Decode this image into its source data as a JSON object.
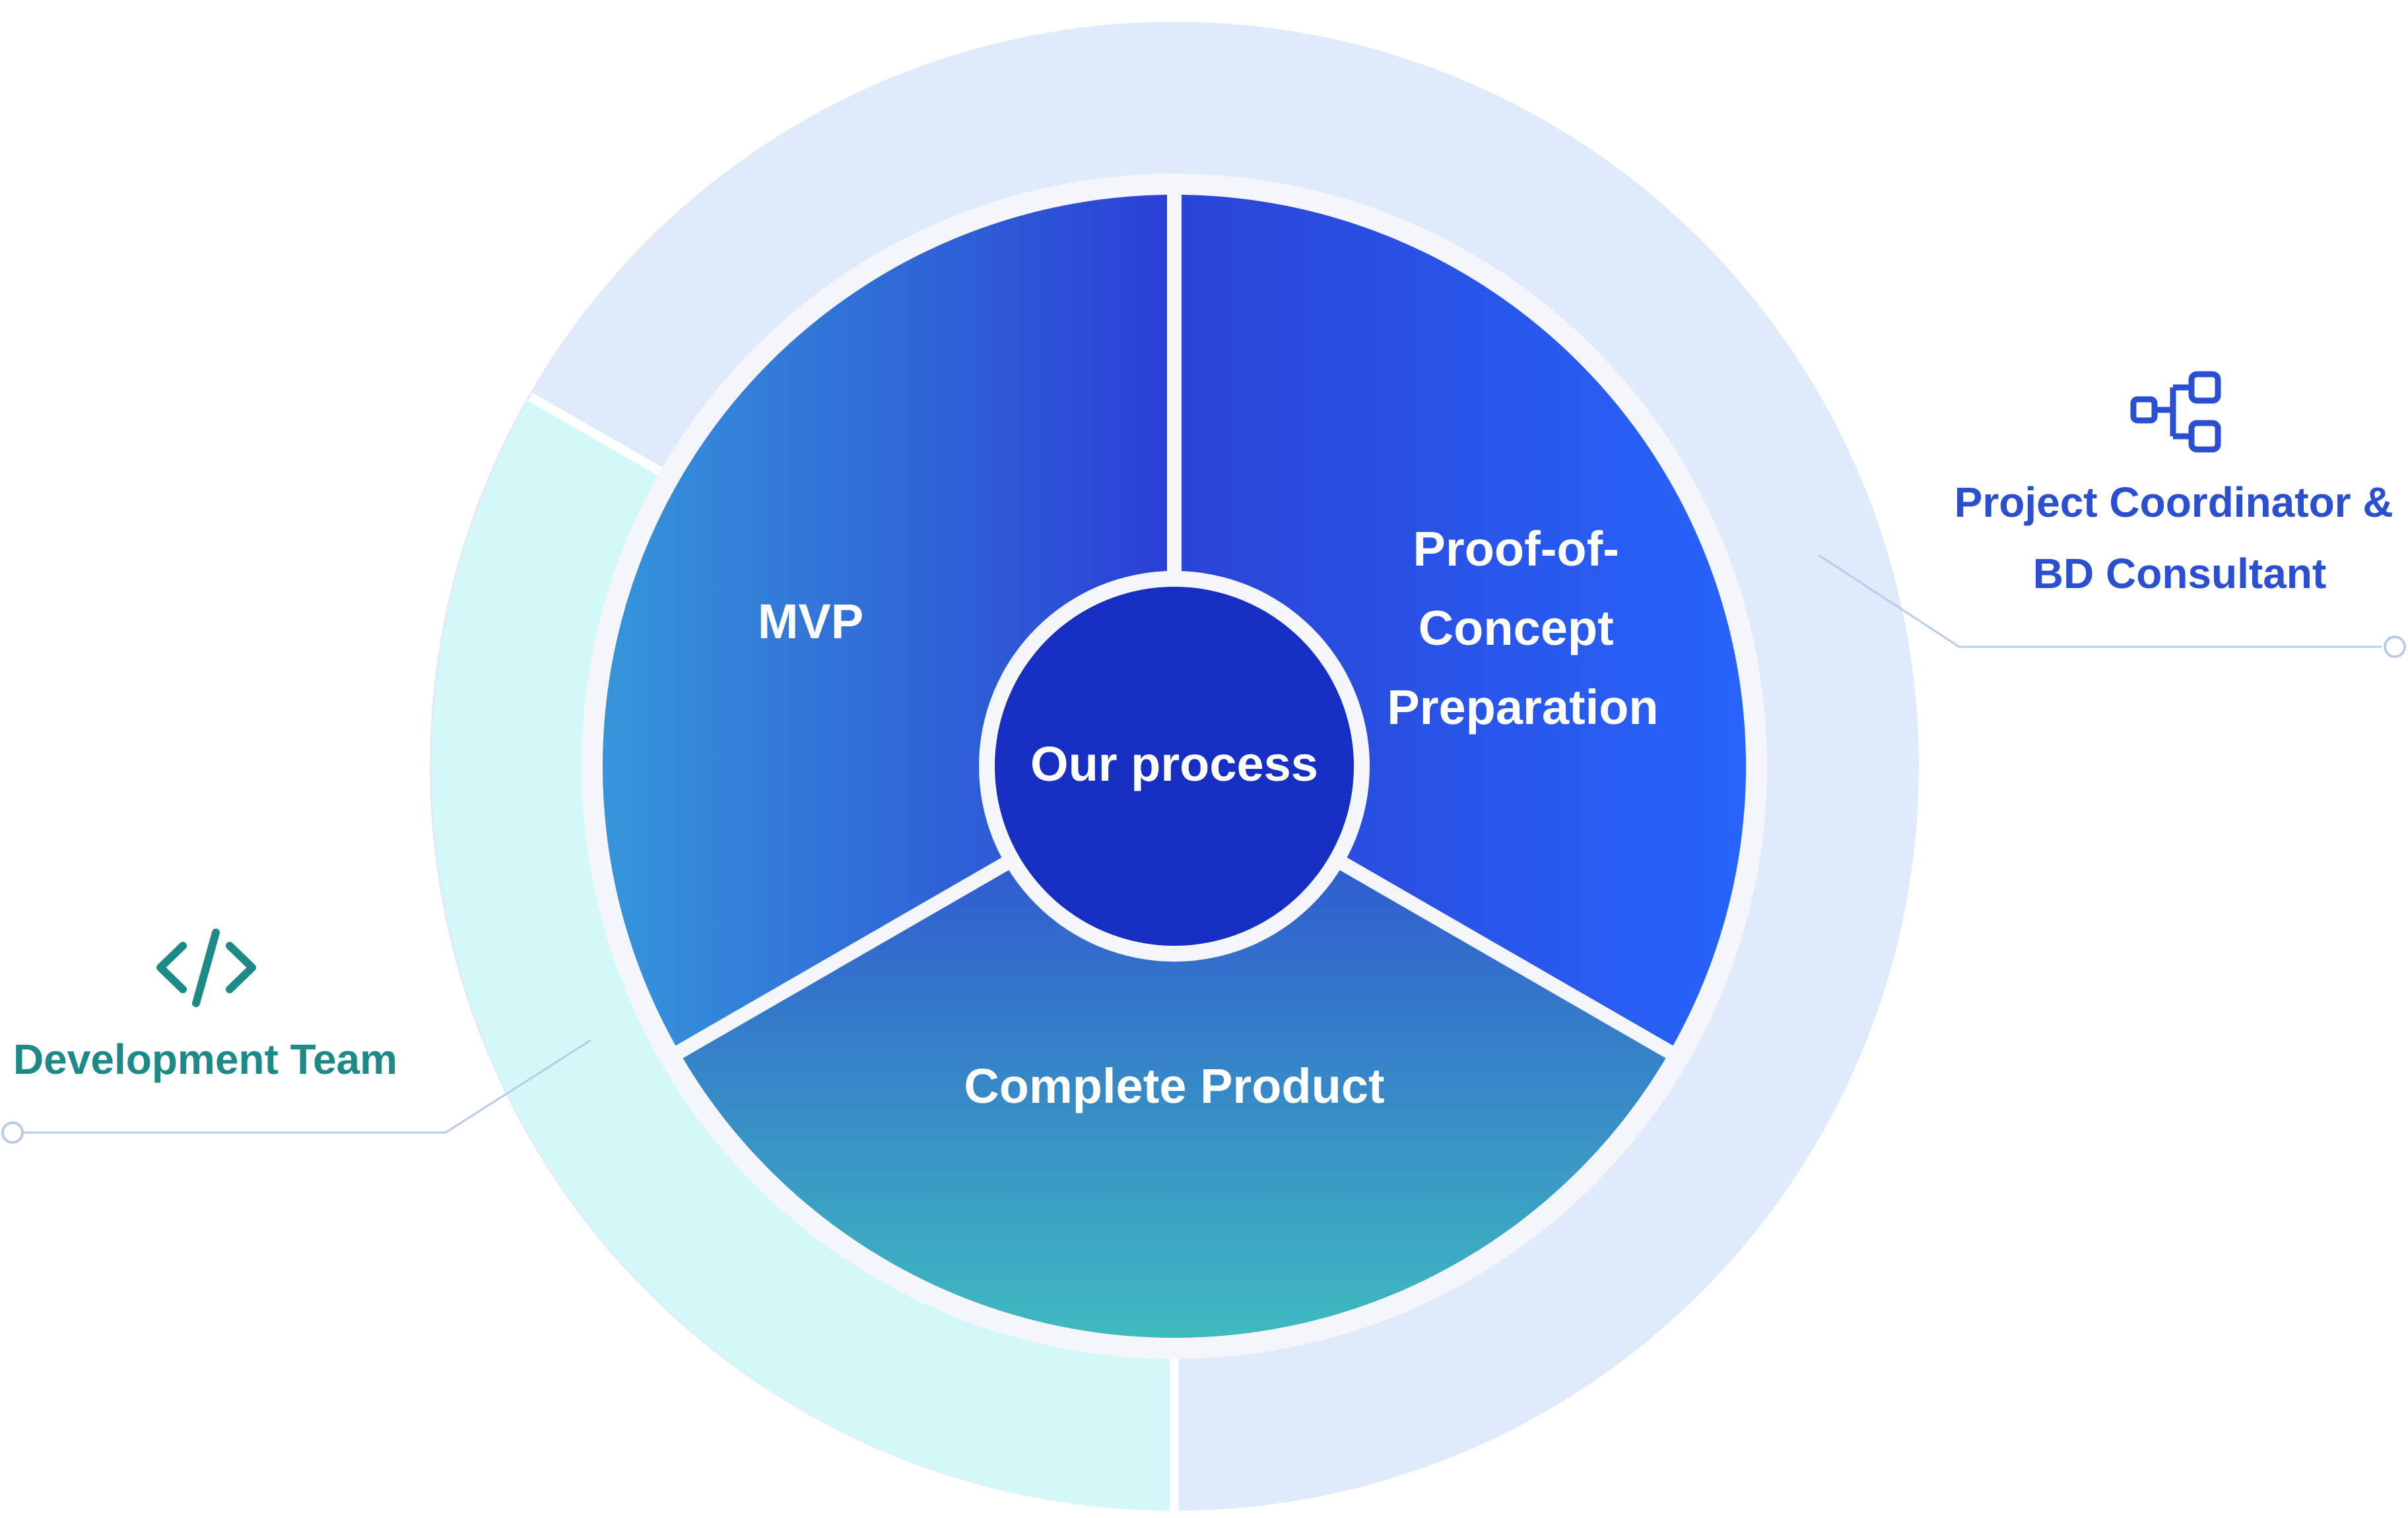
{
  "diagram": {
    "center": "Our process",
    "segments": {
      "mvp": "MVP",
      "poc": [
        "Proof-of-",
        "Concept",
        "Preparation"
      ],
      "complete": "Complete Product"
    },
    "roles": {
      "development": "Development Team",
      "coordinator": [
        "Project Coordinator &",
        "BD Consultant"
      ]
    },
    "icons": {
      "development": "code-icon",
      "coordinator": "hierarchy-icon"
    },
    "colors": {
      "outer_ring_blue": "#dfeafb",
      "outer_ring_cyan": "#d4f8f7",
      "separator": "#f5f6fb",
      "mvp_start": "#3596da",
      "mvp_end": "#2a3fd5",
      "poc_start": "#2a44d5",
      "poc_end": "#2764fb",
      "complete_top": "#2c48d2",
      "complete_bottom": "#3fbbbf",
      "center": "#162ec2",
      "coordinator_text": "#2a4fd1",
      "development_text": "#1e8a87",
      "leader_line": "#b8cce8"
    }
  }
}
